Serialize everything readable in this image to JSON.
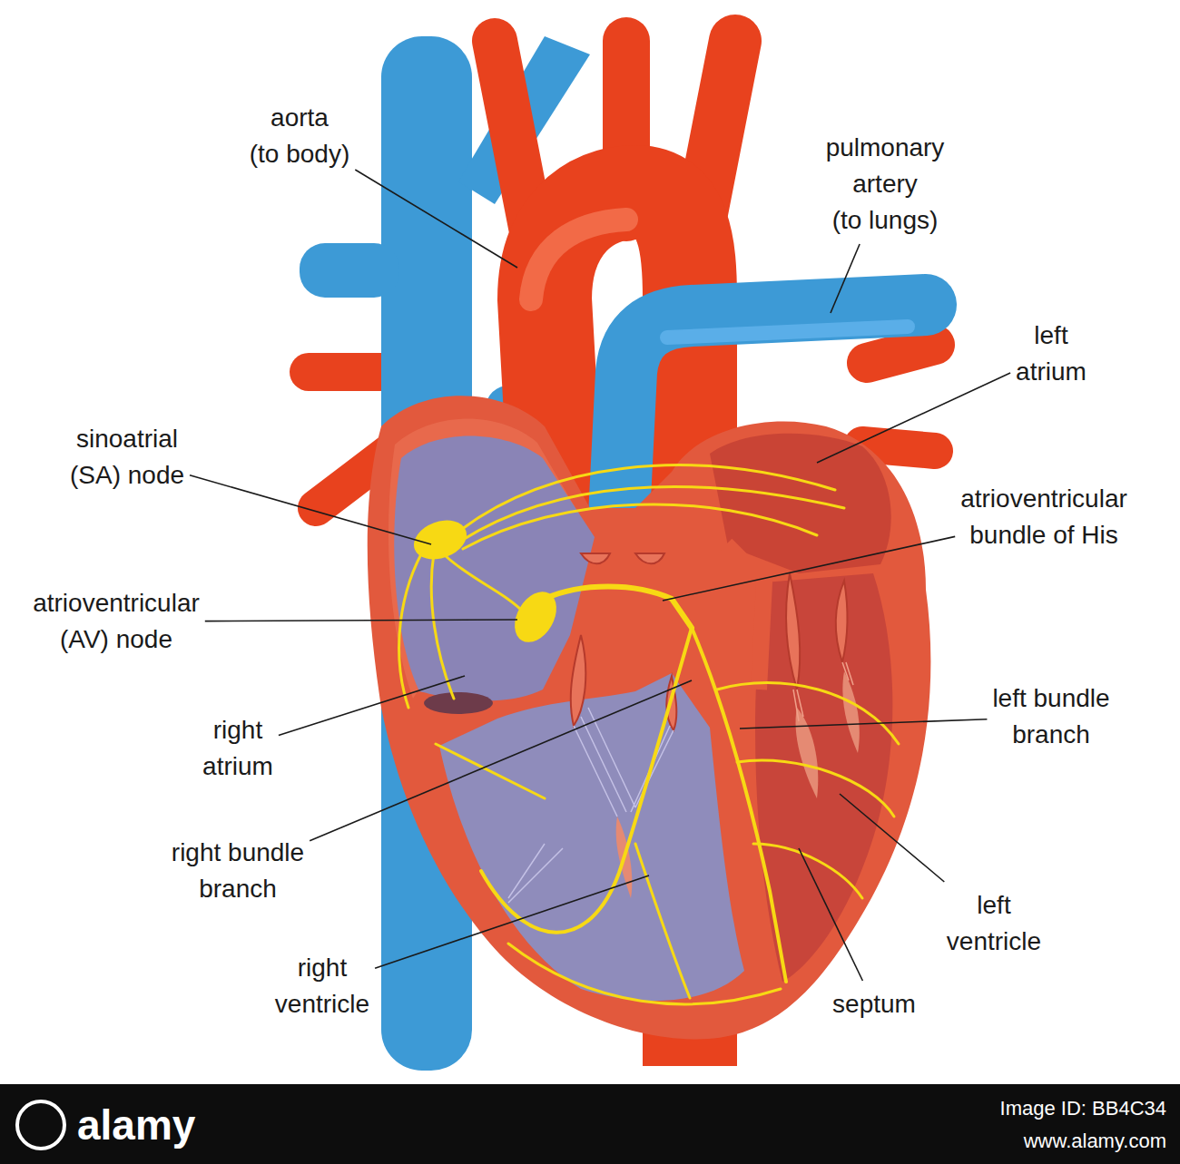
{
  "diagram": {
    "labels": [
      "aorta (to body)",
      "pulmonary artery (to lungs)",
      "left atrium",
      "sinoatrial (SA) node",
      "atrioventricular bundle of His",
      "atrioventricular (AV) node",
      "right atrium",
      "left bundle branch",
      "right bundle branch",
      "left ventricle",
      "right ventricle",
      "septum",
      "alamy",
      "Image ID: BB4C34",
      "www.alamy.com"
    ]
  }
}
